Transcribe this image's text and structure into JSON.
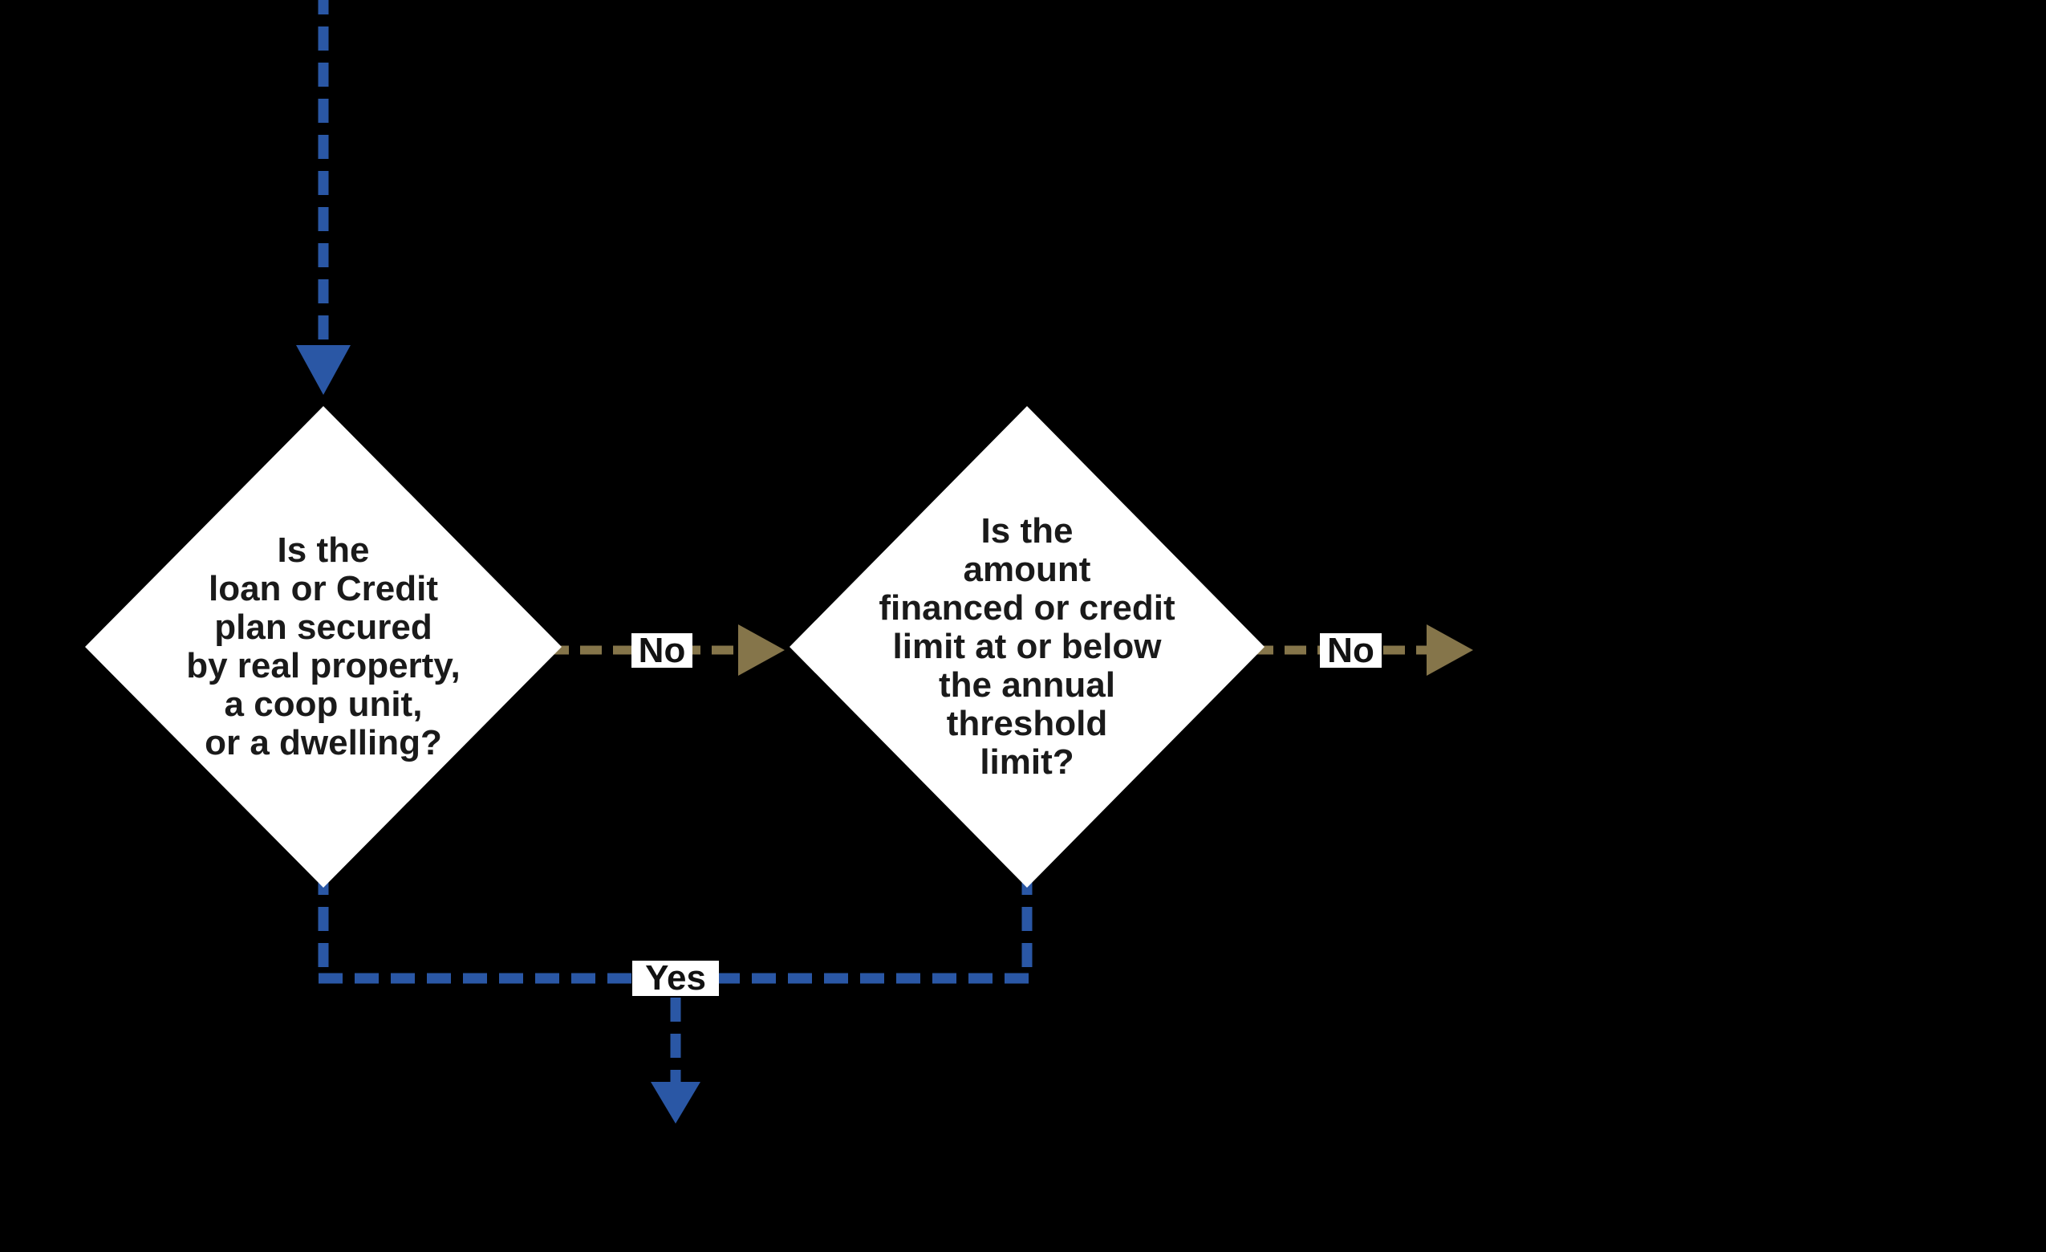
{
  "colors": {
    "background": "#000000",
    "connector_blue": "#2A57A5",
    "connector_tan": "#85754A",
    "node_fill": "#FFFFFF",
    "node_text": "#1A1A1A",
    "label_text": "#111111"
  },
  "flowchart": {
    "decision1": {
      "lines": [
        "Is the",
        "loan or Credit",
        "plan secured",
        "by real property,",
        "a coop unit,",
        "or a dwelling?"
      ]
    },
    "decision2": {
      "lines": [
        "Is the",
        "amount",
        "financed or credit",
        "limit at or below",
        "the annual",
        "threshold",
        "limit?"
      ]
    },
    "labels": {
      "no1": "No",
      "no2": "No",
      "yes": "Yes"
    }
  }
}
